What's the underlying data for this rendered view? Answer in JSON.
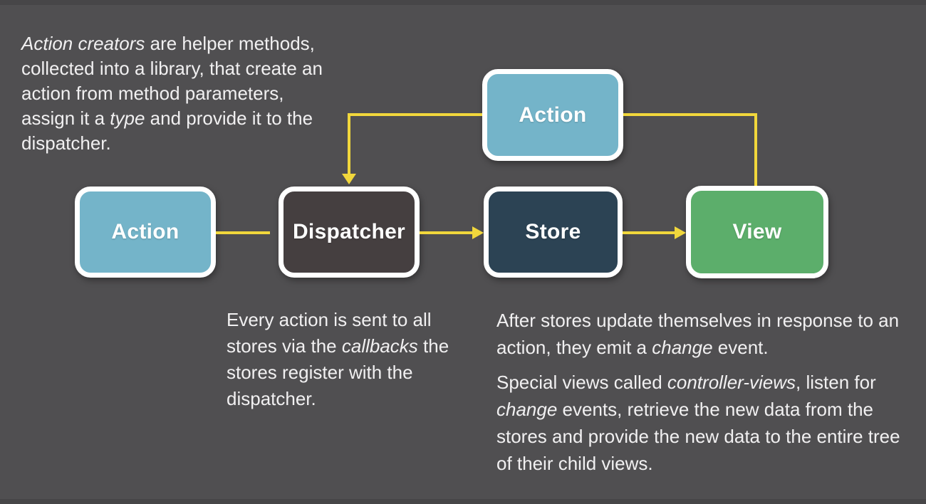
{
  "title": "Flux application architecture diagram",
  "colors": {
    "background": "#504f51",
    "arrow": "#f1d73c",
    "node_border": "#ffffff",
    "node_label": "#ffffff",
    "body_text": "#f1f0f1",
    "action_fill": "#74b4c9",
    "dispatcher_fill": "#453f40",
    "store_fill": "#2c4354",
    "view_fill": "#5cae6b"
  },
  "nodes": {
    "action_top": {
      "label": "Action",
      "fill": "#74b4c9"
    },
    "action_left": {
      "label": "Action",
      "fill": "#74b4c9"
    },
    "dispatcher": {
      "label": "Dispatcher",
      "fill": "#453f40"
    },
    "store": {
      "label": "Store",
      "fill": "#2c4354"
    },
    "view": {
      "label": "View",
      "fill": "#5cae6b"
    }
  },
  "edges": [
    {
      "from": "action",
      "to": "dispatcher"
    },
    {
      "from": "dispatcher",
      "to": "store"
    },
    {
      "from": "store",
      "to": "view"
    },
    {
      "from": "view",
      "to": "action-top"
    },
    {
      "from": "action-top",
      "to": "dispatcher"
    }
  ],
  "notes": {
    "intro": {
      "segments": [
        {
          "text": "Action creators",
          "italic": true
        },
        {
          "text": " are helper methods, collected into a library, that create an action from method parameters, assign it a ",
          "italic": false
        },
        {
          "text": "type",
          "italic": true
        },
        {
          "text": " and provide it to the dispatcher.",
          "italic": false
        }
      ]
    },
    "dispatcher_note": {
      "segments": [
        {
          "text": "Every action is sent to all stores via the ",
          "italic": false
        },
        {
          "text": "callbacks",
          "italic": true
        },
        {
          "text": " the stores register with the dispatcher.",
          "italic": false
        }
      ]
    },
    "store_note_1": {
      "segments": [
        {
          "text": "After stores update themselves in response to an action, they emit a ",
          "italic": false
        },
        {
          "text": "change",
          "italic": true
        },
        {
          "text": " event.",
          "italic": false
        }
      ]
    },
    "store_note_2": {
      "segments": [
        {
          "text": "Special views called ",
          "italic": false
        },
        {
          "text": "controller-views",
          "italic": true
        },
        {
          "text": ", listen for ",
          "italic": false
        },
        {
          "text": "change",
          "italic": true
        },
        {
          "text": " events, retrieve the new data from the stores and provide the new data to the entire tree of their child views.",
          "italic": false
        }
      ]
    }
  }
}
